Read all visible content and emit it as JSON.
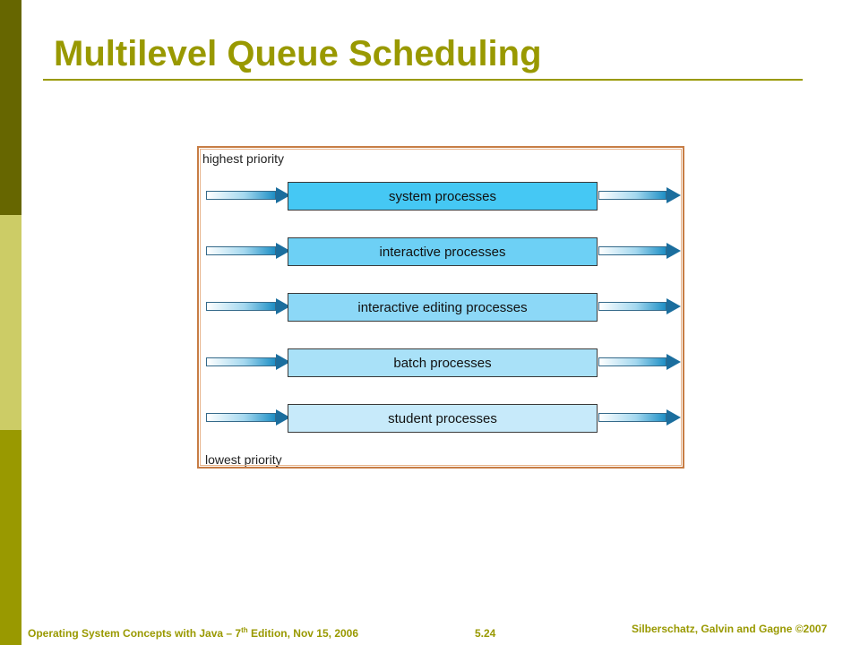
{
  "slide": {
    "title": "Multilevel Queue Scheduling"
  },
  "diagram": {
    "top_label": "highest priority",
    "bottom_label": "lowest priority",
    "queues": [
      {
        "label": "system processes",
        "fill": "#45c8f4"
      },
      {
        "label": "interactive processes",
        "fill": "#6dd0f5"
      },
      {
        "label": "interactive editing processes",
        "fill": "#8cd8f7"
      },
      {
        "label": "batch processes",
        "fill": "#a9e1f8"
      },
      {
        "label": "student processes",
        "fill": "#c7eafa"
      }
    ]
  },
  "footer": {
    "left_prefix": "Operating System Concepts  with Java – 7",
    "left_sup": "th",
    "left_suffix": " Edition, Nov 15, 2006",
    "page": "5.24",
    "right": "Silberschatz, Galvin and Gagne ©2007"
  },
  "colors": {
    "accent": "#999900",
    "sidebar_dark": "#666600",
    "sidebar_light": "#cccc66",
    "frame_border": "#c77d45"
  }
}
